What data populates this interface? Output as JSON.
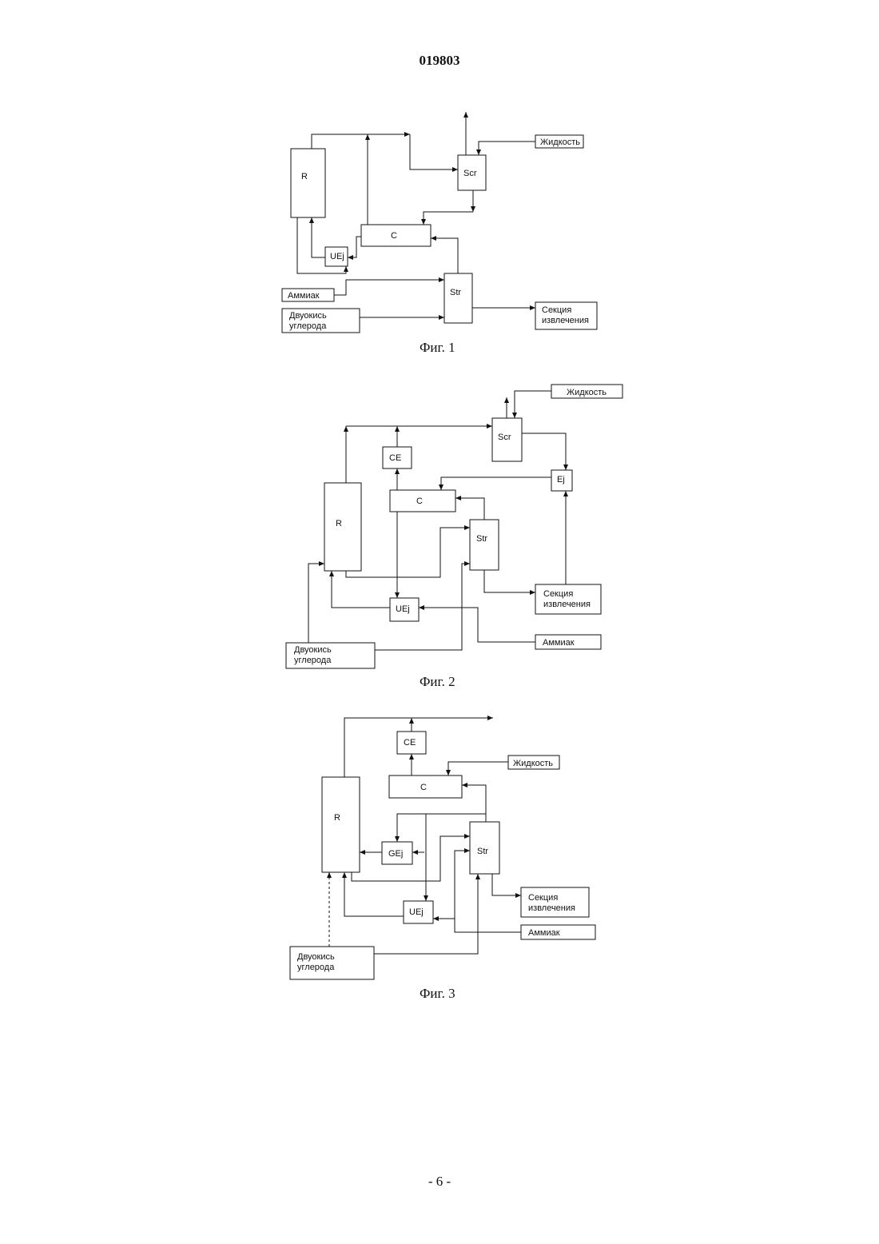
{
  "page": {
    "doc_number": "019803",
    "page_number": "- 6 -"
  },
  "figures": [
    {
      "caption": "Фиг. 1",
      "blocks": {
        "R": "R",
        "Scr": "Scr",
        "C": "C",
        "UEj": "UEj",
        "Str": "Str",
        "liquid": "Жидкость",
        "ammonia": "Аммиак",
        "co2_line1": "Двуокись",
        "co2_line2": "углерода",
        "recovery_line1": "Секция",
        "recovery_line2": "извлечения"
      }
    },
    {
      "caption": "Фиг. 2",
      "blocks": {
        "R": "R",
        "Scr": "Scr",
        "CE": "CE",
        "Ej": "Ej",
        "C": "C",
        "Str": "Str",
        "UEj": "UEj",
        "liquid": "Жидкость",
        "ammonia": "Аммиак",
        "co2_line1": "Двуокись",
        "co2_line2": "углерода",
        "recovery_line1": "Секция",
        "recovery_line2": "извлечения"
      }
    },
    {
      "caption": "Фиг. 3",
      "blocks": {
        "R": "R",
        "CE": "CE",
        "C": "C",
        "GEj": "GEj",
        "Str": "Str",
        "UEj": "UEj",
        "liquid": "Жидкость",
        "ammonia": "Аммиак",
        "co2_line1": "Двуокись",
        "co2_line2": "углерода",
        "recovery_line1": "Секция",
        "recovery_line2": "извлечения"
      }
    }
  ]
}
